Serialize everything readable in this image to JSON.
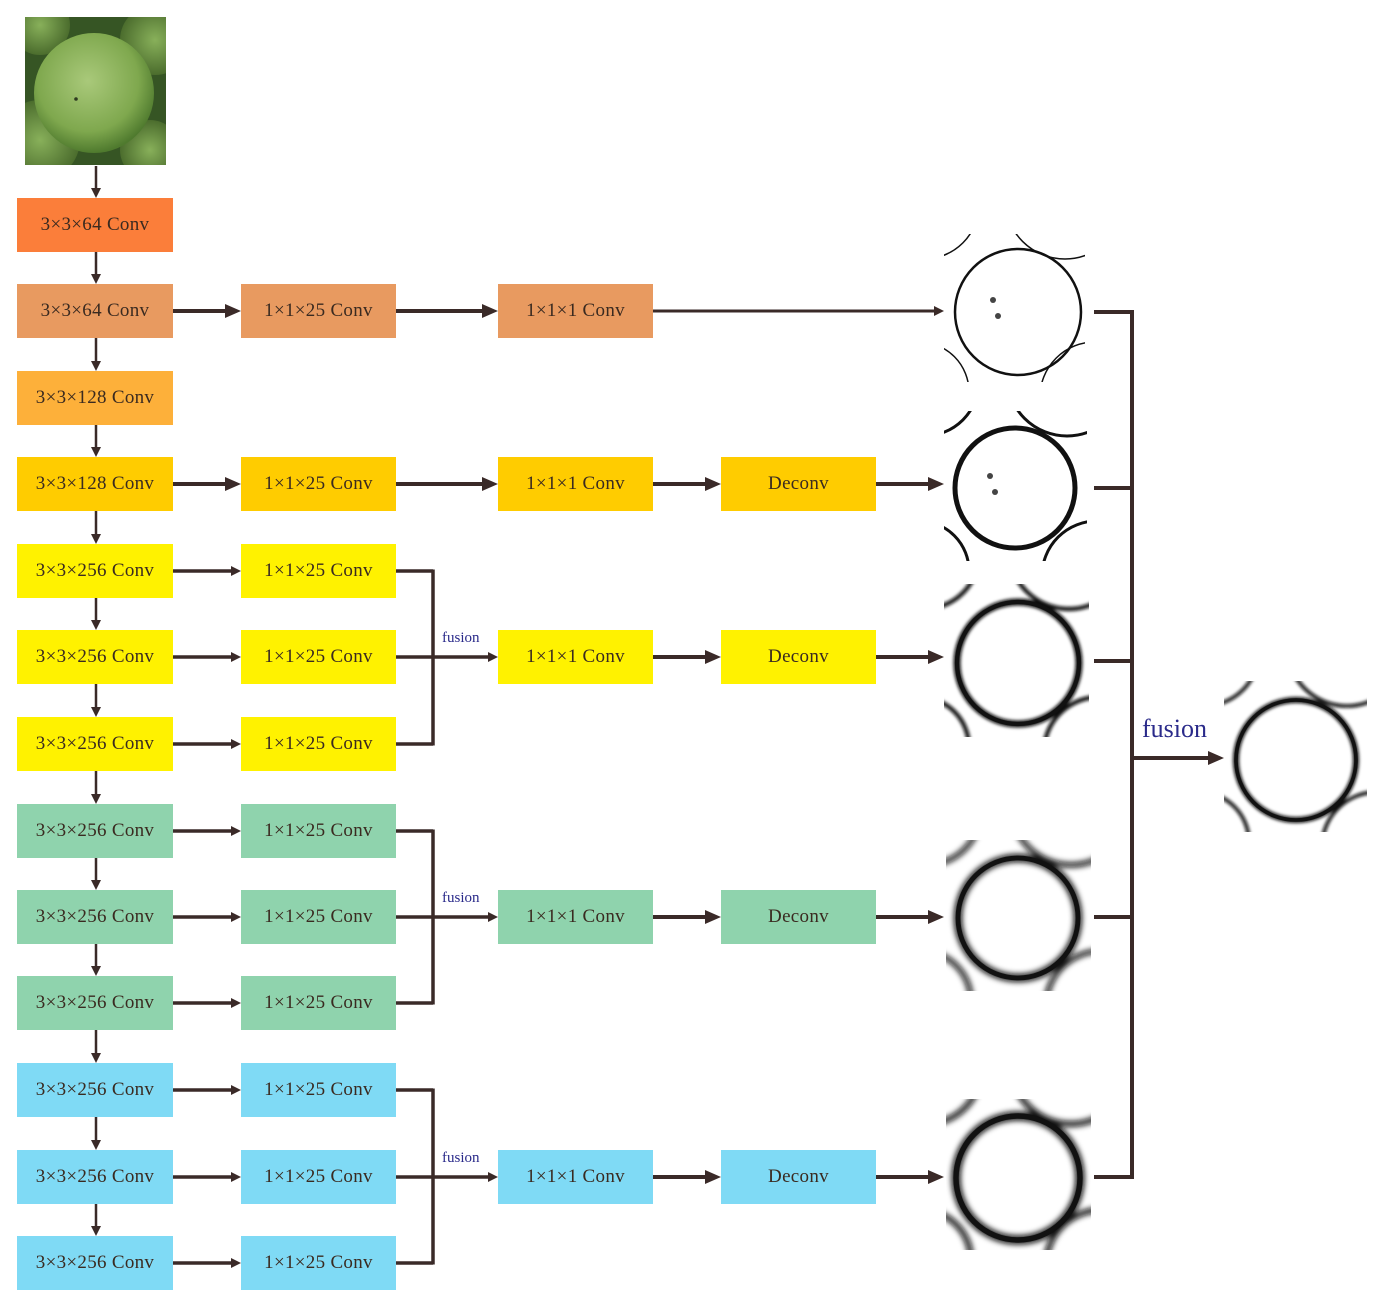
{
  "input_image": {
    "description_icon": "green-fruit-photo"
  },
  "colors": {
    "orange": "#fb7e3a",
    "peach": "#e89a60",
    "amber": "#fdb03a",
    "gold": "#ffcc00",
    "yellow": "#fff200",
    "green": "#8fd3ad",
    "cyan": "#7fdaf5",
    "arrow": "#3a2a28",
    "fusion_text": "#2a2a8a"
  },
  "backbone": [
    {
      "label": "3×3×64 Conv",
      "color": "orange"
    },
    {
      "label": "3×3×64 Conv",
      "color": "peach"
    },
    {
      "label": "3×3×128 Conv",
      "color": "amber"
    },
    {
      "label": "3×3×128 Conv",
      "color": "gold"
    },
    {
      "label": "3×3×256 Conv",
      "color": "yellow"
    },
    {
      "label": "3×3×256 Conv",
      "color": "yellow"
    },
    {
      "label": "3×3×256 Conv",
      "color": "yellow"
    },
    {
      "label": "3×3×256 Conv",
      "color": "green"
    },
    {
      "label": "3×3×256 Conv",
      "color": "green"
    },
    {
      "label": "3×3×256 Conv",
      "color": "green"
    },
    {
      "label": "3×3×256 Conv",
      "color": "cyan"
    },
    {
      "label": "3×3×256 Conv",
      "color": "cyan"
    },
    {
      "label": "3×3×256 Conv",
      "color": "cyan"
    }
  ],
  "side_conv_label": "1×1×25 Conv",
  "score_conv_label": "1×1×1 Conv",
  "deconv_label": "Deconv",
  "stage_fusion_label": "fusion",
  "final_fusion_label": "fusion"
}
